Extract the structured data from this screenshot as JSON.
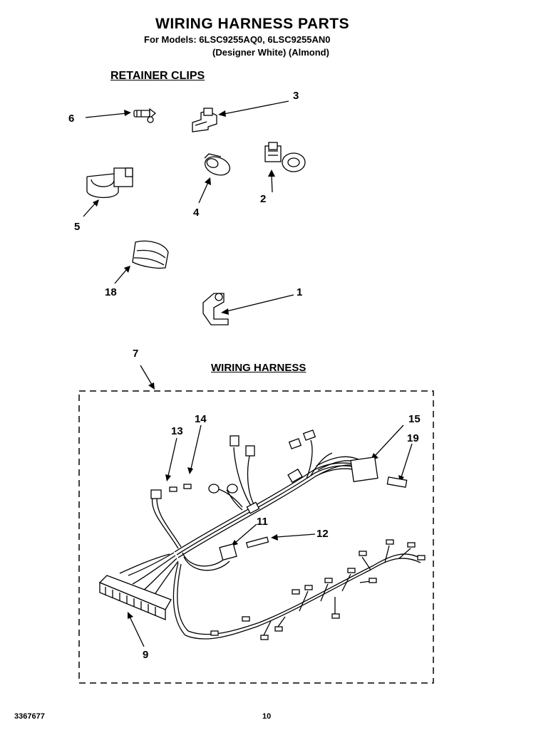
{
  "header": {
    "title": "WIRING HARNESS PARTS",
    "models_line": "For Models: 6LSC9255AQ0,  6LSC9255AN0",
    "colors_line": "(Designer White)  (Almond)"
  },
  "sections": {
    "retainer_clips": "RETAINER CLIPS",
    "wiring_harness": "WIRING HARNESS"
  },
  "callouts": {
    "c1": "1",
    "c2": "2",
    "c3": "3",
    "c4": "4",
    "c5": "5",
    "c6": "6",
    "c7": "7",
    "c9": "9",
    "c11": "11",
    "c12": "12",
    "c13": "13",
    "c14": "14",
    "c15": "15",
    "c18": "18",
    "c19": "19"
  },
  "footer": {
    "doc_number": "3367677",
    "page_number": "10"
  }
}
